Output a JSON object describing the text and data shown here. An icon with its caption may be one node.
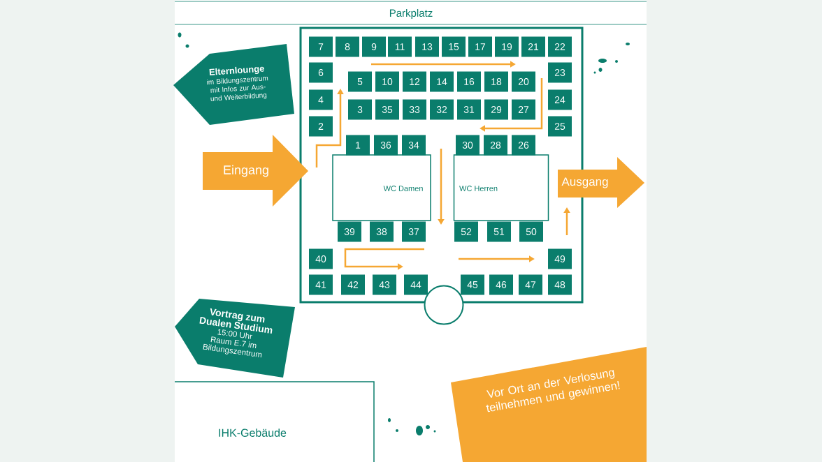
{
  "diagram": {
    "nodes": [
      {
        "text": [
          "Parkplatz"
        ]
      },
      {
        "text": [
          "Elternlounge",
          "im Bildungszentrum mit Infos zur Aus- und Weiterbildung"
        ]
      },
      {
        "text": [],
        "shape": "box"
      },
      {
        "text": [
          "7"
        ],
        "in": 2
      },
      {
        "text": [
          "8"
        ],
        "in": 2
      },
      {
        "text": [
          "9"
        ],
        "in": 2
      },
      {
        "text": [
          "11"
        ],
        "in": 2
      },
      {
        "text": [
          "13"
        ],
        "in": 2
      },
      {
        "text": [
          "15"
        ],
        "in": 2
      },
      {
        "text": [
          "17"
        ],
        "in": 2
      },
      {
        "text": [
          "19"
        ],
        "in": 2
      },
      {
        "text": [
          "21"
        ],
        "in": 2
      },
      {
        "text": [
          "22"
        ],
        "in": 2
      },
      {
        "text": [
          "6"
        ],
        "in": 2
      },
      {
        "text": [
          "23"
        ],
        "in": 2
      },
      {
        "text": [
          "5"
        ],
        "in": 2
      },
      {
        "text": [
          "10"
        ],
        "in": 2
      },
      {
        "text": [
          "12"
        ],
        "in": 2
      },
      {
        "text": [
          "14"
        ],
        "in": 2
      },
      {
        "text": [
          "16"
        ],
        "in": 2
      },
      {
        "text": [
          "18"
        ],
        "in": 2
      },
      {
        "text": [
          "20"
        ],
        "in": 2
      },
      {
        "text": [
          "4"
        ],
        "in": 2
      },
      {
        "text": [
          "24"
        ],
        "in": 2
      },
      {
        "text": [
          "3"
        ],
        "in": 2
      },
      {
        "text": [
          "35"
        ],
        "in": 2
      },
      {
        "text": [
          "33"
        ],
        "in": 2
      },
      {
        "text": [
          "32"
        ],
        "in": 2
      },
      {
        "text": [
          "31"
        ],
        "in": 2
      },
      {
        "text": [
          "29"
        ],
        "in": 2
      },
      {
        "text": [
          "27"
        ],
        "in": 2
      },
      {
        "text": [
          "2"
        ],
        "in": 2
      },
      {
        "text": [
          "25"
        ],
        "in": 2
      },
      {
        "text": [
          "1"
        ],
        "in": 2
      },
      {
        "text": [
          "36"
        ],
        "in": 2
      },
      {
        "text": [
          "34"
        ],
        "in": 2
      },
      {
        "text": [
          "30"
        ],
        "in": 2
      },
      {
        "text": [
          "28"
        ],
        "in": 2
      },
      {
        "text": [
          "26"
        ],
        "in": 2
      },
      {
        "text": [
          "Eingang"
        ]
      },
      {
        "text": [
          "WC Damen"
        ],
        "in": 2
      },
      {
        "text": [
          "WC Herren"
        ],
        "in": 2
      },
      {
        "text": [
          "Ausgang"
        ]
      },
      {
        "text": [
          "39"
        ],
        "in": 2
      },
      {
        "text": [
          "38"
        ],
        "in": 2
      },
      {
        "text": [
          "37"
        ],
        "in": 2
      },
      {
        "text": [
          "52"
        ],
        "in": 2
      },
      {
        "text": [
          "51"
        ],
        "in": 2
      },
      {
        "text": [
          "50"
        ],
        "in": 2
      },
      {
        "text": [
          "40"
        ],
        "in": 2
      },
      {
        "text": [
          "49"
        ],
        "in": 2
      },
      {
        "text": [
          "41"
        ],
        "in": 2
      },
      {
        "text": [
          "42"
        ],
        "in": 2
      },
      {
        "text": [
          "43"
        ],
        "in": 2
      },
      {
        "text": [
          "44"
        ],
        "in": 2
      },
      {
        "text": [
          "45"
        ],
        "in": 2
      },
      {
        "text": [
          "46"
        ],
        "in": 2
      },
      {
        "text": [
          "47"
        ],
        "in": 2
      },
      {
        "text": [
          "48"
        ],
        "in": 2
      },
      {
        "text": [],
        "shape": "circle"
      },
      {
        "text": [
          "Vortrag zum Dualen Studium",
          "15:00 Uhr",
          "Raum E.7 im Bildungszentrum"
        ]
      },
      {
        "text": [
          "Vor Ort an der Verlosung teilnehmen und gewinnen!"
        ]
      },
      {
        "text": [
          "IHK-Gebäude"
        ]
      }
    ]
  }
}
